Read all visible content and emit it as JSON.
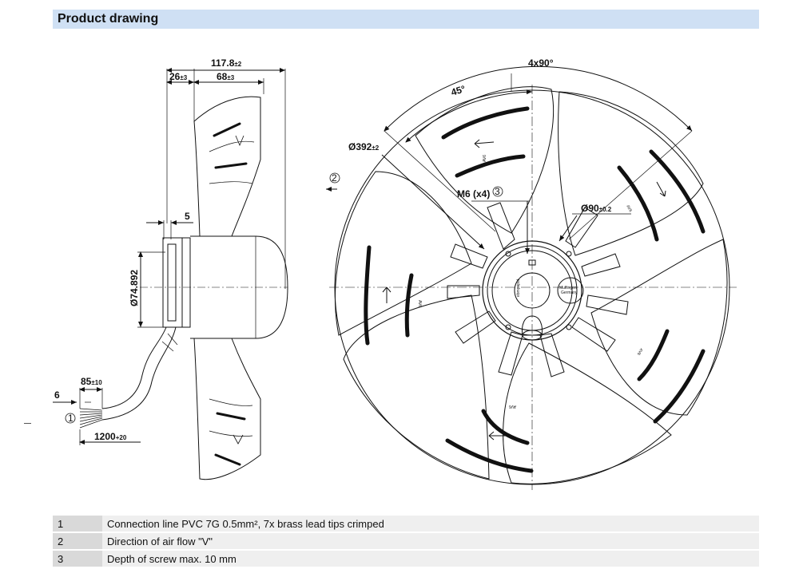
{
  "header": {
    "title": "Product drawing"
  },
  "side_view": {
    "overall_length": "117.8",
    "overall_length_tol": "±2",
    "hub_offset": "26",
    "hub_offset_tol": "±3",
    "blade_depth": "68",
    "blade_depth_tol": "±3",
    "flange": "5",
    "hub_diameter": "Ø74.892",
    "lead_length": "85",
    "lead_length_tol": "±10",
    "strip_length": "6",
    "cable_length": "1200",
    "cable_length_tol": "+20",
    "callout_1": "1"
  },
  "front_view": {
    "bolt_pattern": "4x90°",
    "angle": "45°",
    "diameter": "Ø392",
    "diameter_tol": "±2",
    "screw": "M6 (x4)",
    "callout_3": "3",
    "bore": "Ø90",
    "bore_tol": "±0.2",
    "callout_2": "2",
    "blade_marking": "AV6",
    "hub_brand": "ebmpapst",
    "hub_made_1": "Mulfingen",
    "hub_made_2": "Germany"
  },
  "legend": [
    {
      "num": "1",
      "text": "Connection line PVC 7G 0.5mm², 7x brass lead tips crimped"
    },
    {
      "num": "2",
      "text": "Direction of air flow \"V\""
    },
    {
      "num": "3",
      "text": "Depth of screw max. 10 mm"
    }
  ]
}
